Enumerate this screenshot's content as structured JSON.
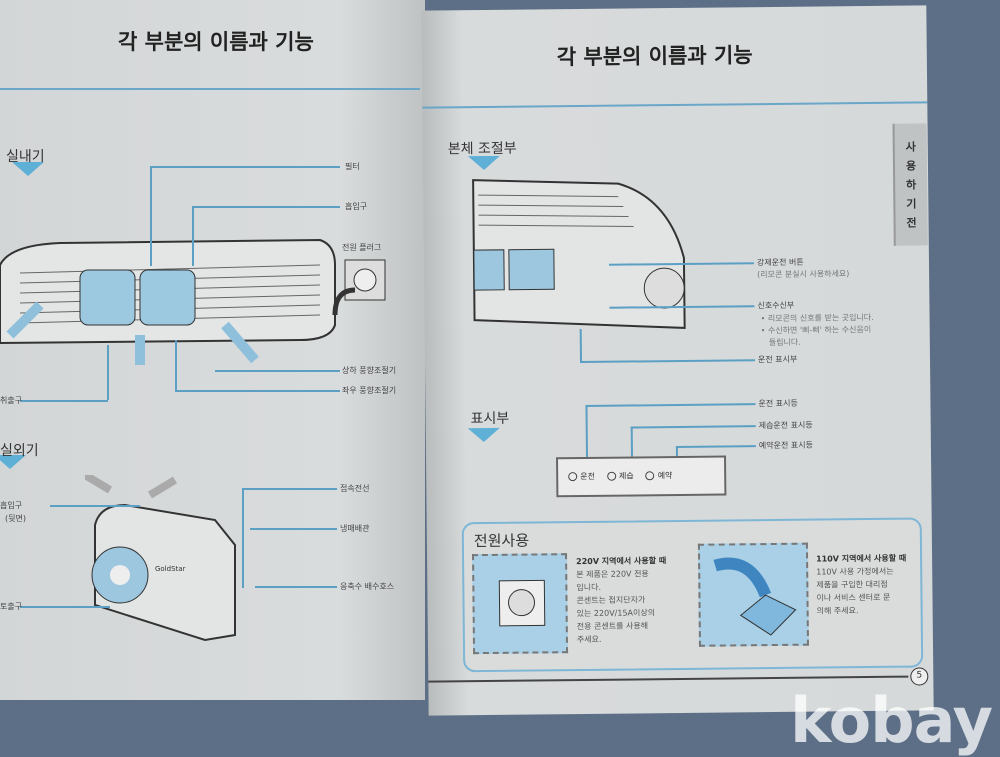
{
  "left_page": {
    "title": "각 부분의 이름과 기능",
    "indoor": {
      "section": "실내기",
      "labels": [
        "필터",
        "흡입구",
        "전원 플러그",
        "상하 풍향조절기",
        "좌우 풍향조절기",
        "취출구"
      ]
    },
    "outdoor": {
      "section": "실외기",
      "labels": [
        "흡입구",
        "(뒷면)",
        "토출구",
        "접속전선",
        "냉매배관",
        "응축수 배수호스"
      ],
      "brand": "GoldStar"
    }
  },
  "right_page": {
    "title": "각 부분의 이름과 기능",
    "side_tab": [
      "사",
      "용",
      "하",
      "기",
      "전"
    ],
    "control": {
      "section": "본체 조절부",
      "forced_button": "강제운전 버튼",
      "forced_note": "(리모콘 분실시 사용하세요)",
      "receiver": "신호수신부",
      "receiver_notes": [
        "• 리모콘의 신호를 받는 곳입니다.",
        "• 수신하면 '삐-삐' 하는 수신음이",
        "들립니다."
      ],
      "display": "운전 표시부"
    },
    "indicator": {
      "section": "표시부",
      "labels": [
        "운전 표시등",
        "제습운전 표시등",
        "예약운전 표시등"
      ],
      "panel": [
        "운전",
        "제습",
        "예약"
      ]
    },
    "power": {
      "section": "전원사용",
      "v220_heading": "220V 지역에서 사용할 때",
      "v220_text": [
        "본 제품은 220V 전용",
        "입니다.",
        "콘센트는 접지단자가",
        "있는 220V/15A이상의",
        "전용 콘센트를 사용해",
        "주세요."
      ],
      "v110_heading": "110V 지역에서 사용할 때",
      "v110_text": [
        "110V 사용 가정에서는",
        "제품을 구입한 대리점",
        "이나 서비스 센터로 문",
        "의해 주세요."
      ]
    },
    "page_number": "5"
  },
  "watermark": "kobay"
}
